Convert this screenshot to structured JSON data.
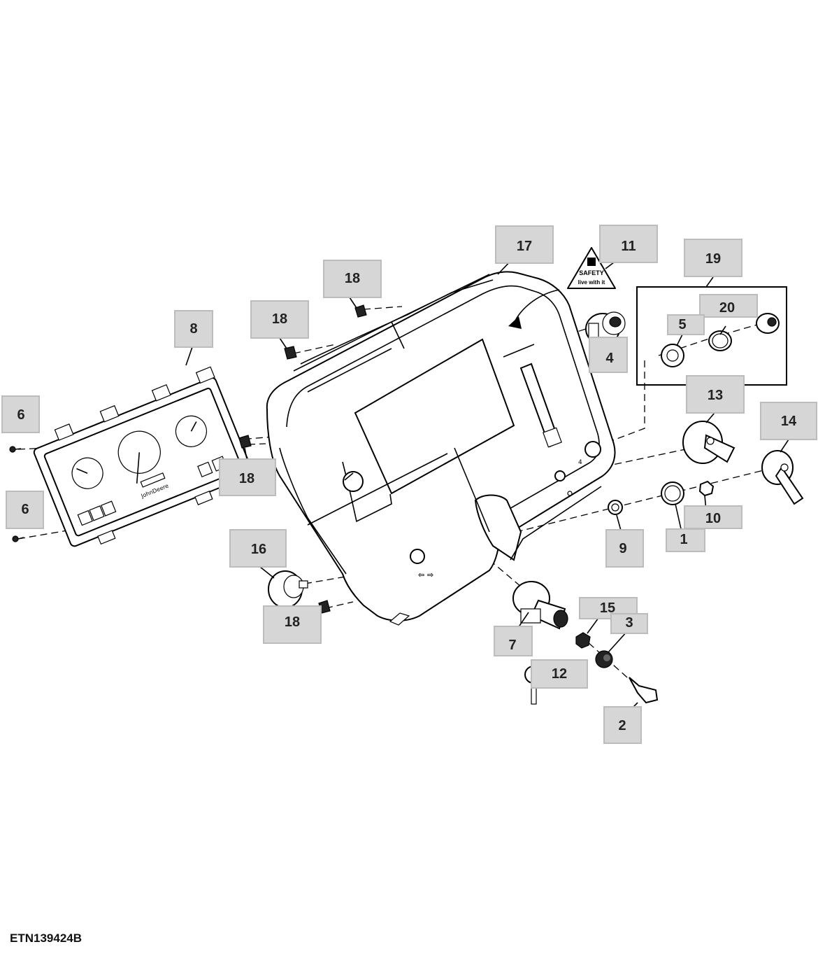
{
  "figure_id": "ETN139424B",
  "safety_label": {
    "line1": "SAFETY",
    "line2": "live with it"
  },
  "instrument_text": {
    "brand": "JohnDeere"
  },
  "callouts": [
    {
      "id": "c17",
      "label": "17"
    },
    {
      "id": "c11",
      "label": "11"
    },
    {
      "id": "c19",
      "label": "19"
    },
    {
      "id": "c18a",
      "label": "18"
    },
    {
      "id": "c18b",
      "label": "18"
    },
    {
      "id": "c8",
      "label": "8"
    },
    {
      "id": "c20",
      "label": "20"
    },
    {
      "id": "c5",
      "label": "5"
    },
    {
      "id": "c4",
      "label": "4"
    },
    {
      "id": "c13",
      "label": "13"
    },
    {
      "id": "c14",
      "label": "14"
    },
    {
      "id": "c6a",
      "label": "6"
    },
    {
      "id": "c18c",
      "label": "18"
    },
    {
      "id": "c6b",
      "label": "6"
    },
    {
      "id": "c10",
      "label": "10"
    },
    {
      "id": "c1",
      "label": "1"
    },
    {
      "id": "c9",
      "label": "9"
    },
    {
      "id": "c16",
      "label": "16"
    },
    {
      "id": "c18d",
      "label": "18"
    },
    {
      "id": "c15",
      "label": "15"
    },
    {
      "id": "c3",
      "label": "3"
    },
    {
      "id": "c7",
      "label": "7"
    },
    {
      "id": "c12",
      "label": "12"
    },
    {
      "id": "c2",
      "label": "2"
    }
  ]
}
